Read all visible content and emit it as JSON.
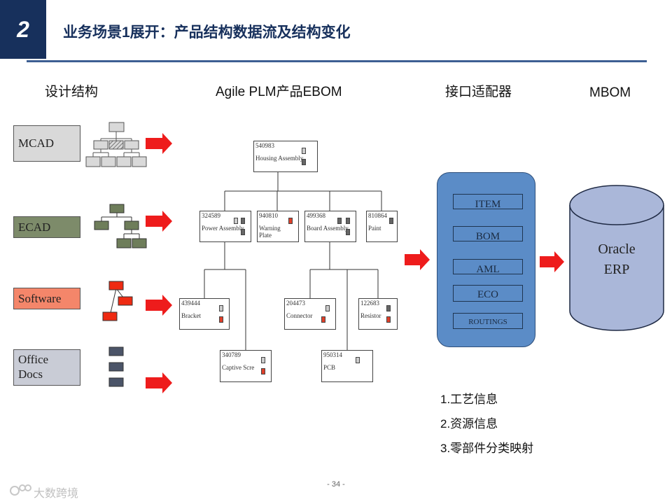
{
  "slide": {
    "section_number": "2",
    "title": "业务场景1展开：产品结构数据流及结构变化",
    "page_number": "- 34 -"
  },
  "columns": {
    "design": "设计结构",
    "plm": "Agile PLM产品EBOM",
    "adapter": "接口适配器",
    "mbom": "MBOM"
  },
  "sources": [
    {
      "label": "MCAD",
      "color": "#d9d9d9"
    },
    {
      "label": "ECAD",
      "color": "#7d8b6a"
    },
    {
      "label": "Software",
      "color": "#f4866a"
    },
    {
      "label": "Office\nDocs",
      "color": "#c9ccd6"
    }
  ],
  "ebom_nodes": [
    {
      "id": "540983",
      "name": "Housing Assembly"
    },
    {
      "id": "324589",
      "name": "Power Assembly"
    },
    {
      "id": "940810",
      "name": "Warning\nPlate"
    },
    {
      "id": "499368",
      "name": "Board Assembly"
    },
    {
      "id": "810864",
      "name": "Paint"
    },
    {
      "id": "439444",
      "name": "Bracket"
    },
    {
      "id": "204473",
      "name": "Connector"
    },
    {
      "id": "122683",
      "name": "Resistor"
    },
    {
      "id": "340789",
      "name": "Captive Scre"
    },
    {
      "id": "950314",
      "name": "PCB"
    }
  ],
  "adapter_items": [
    "ITEM",
    "BOM",
    "AML",
    "ECO",
    "ROUTINGS"
  ],
  "erp": {
    "line1": "Oracle",
    "line2": "ERP"
  },
  "notes": [
    "1.工艺信息",
    "2.资源信息",
    "3.零部件分类映射"
  ],
  "watermark": "大数跨境",
  "colors": {
    "brand_navy": "#17305c",
    "arrow_red": "#ee1c1c",
    "adapter_blue": "#5b8cc7",
    "erp_lavender": "#aab7d9"
  }
}
